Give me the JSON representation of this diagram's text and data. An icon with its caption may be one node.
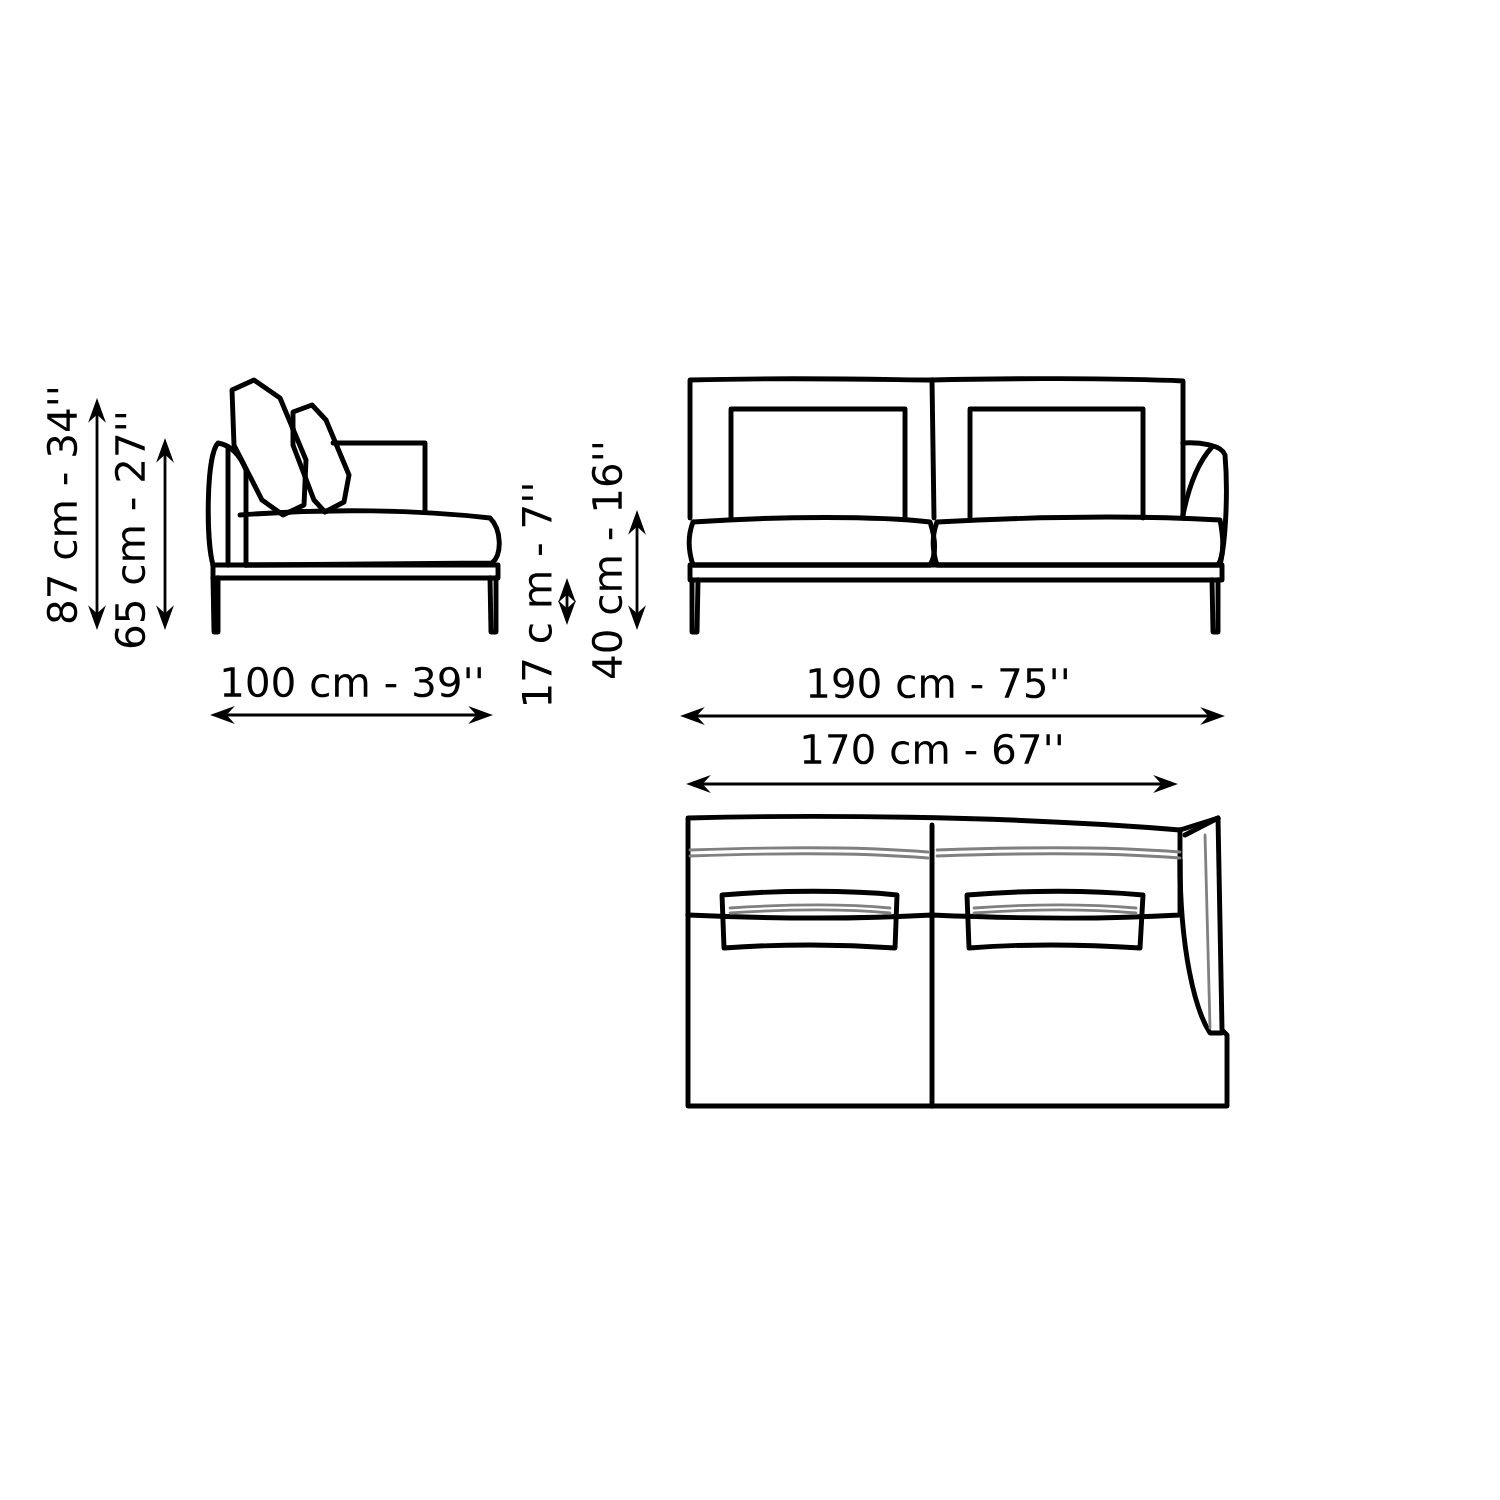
{
  "diagram": {
    "labels": [
      "87 cm - 34''",
      "65 cm - 27''",
      "17 c m - 7''",
      "40 cm - 16''",
      "100 cm - 39''",
      "190 cm - 75''",
      "170 cm - 67''"
    ]
  }
}
